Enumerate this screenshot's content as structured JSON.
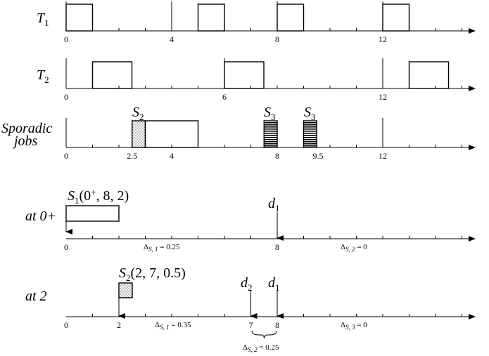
{
  "rows": {
    "t1": {
      "label": "T",
      "sub": "1",
      "ticks": [
        "0",
        "4",
        "8",
        "12"
      ]
    },
    "t2": {
      "label": "T",
      "sub": "2",
      "ticks": [
        "0",
        "6",
        "12"
      ]
    },
    "sporadic": {
      "label_line1": "Sporadic",
      "label_line2": "jobs",
      "ticks": [
        "0",
        "2.5",
        "4",
        "8",
        "9.5",
        "12"
      ]
    },
    "at0": {
      "label": "at 0+",
      "ticks": [
        "0",
        "8"
      ]
    },
    "at2": {
      "label": "at 2",
      "ticks": [
        "0",
        "2",
        "7",
        "8"
      ]
    }
  },
  "jobs": {
    "s2_top": {
      "name": "S",
      "sub": "2"
    },
    "s3_a": {
      "name": "S",
      "sub": "3"
    },
    "s3_b": {
      "name": "S",
      "sub": "3"
    },
    "s1": {
      "name": "S",
      "sub": "1",
      "args": "(0",
      "sup": "+",
      "args_rest": ", 8, 2)"
    },
    "s2_bottom": {
      "name": "S",
      "sub": "2",
      "args": "(2, 7, 0.5)"
    }
  },
  "deadlines": {
    "d1_at0": {
      "name": "d",
      "sub": "1"
    },
    "d2_at2": {
      "name": "d",
      "sub": "2"
    },
    "d1_at2": {
      "name": "d",
      "sub": "1"
    }
  },
  "slacks": {
    "at0_s1": {
      "delta": "Δ",
      "sub": "S, 1",
      "value": " = 0.25"
    },
    "at0_s2": {
      "delta": "Δ",
      "sub": "S, 2",
      "value": " = 0"
    },
    "at2_s1": {
      "delta": "Δ",
      "sub": "S, 1",
      "value": " = 0.35"
    },
    "at2_s3": {
      "delta": "Δ",
      "sub": "S, 3",
      "value": " = 0"
    },
    "at2_s2": {
      "delta": "Δ",
      "sub": "S, 2",
      "value": " = 0.25"
    }
  }
}
